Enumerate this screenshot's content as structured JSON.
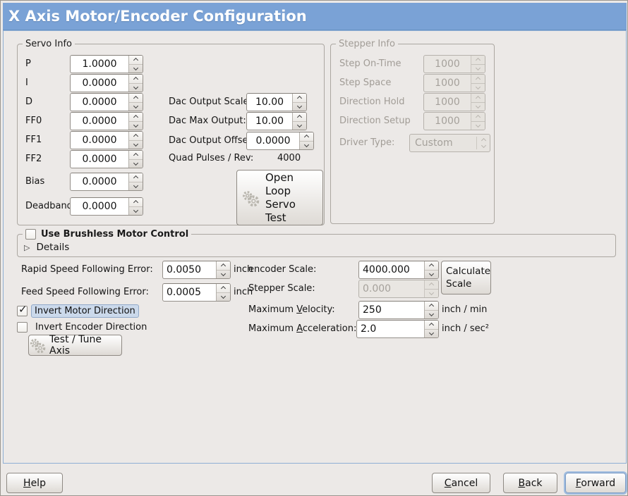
{
  "window": {
    "title": "X Axis Motor/Encoder Configuration"
  },
  "icons": {
    "check": "✓",
    "expander": "▷"
  },
  "servo_info": {
    "title": "Servo Info",
    "params": [
      {
        "label": "P",
        "value": "1.0000"
      },
      {
        "label": "I",
        "value": "0.0000"
      },
      {
        "label": "D",
        "value": "0.0000"
      },
      {
        "label": "FF0",
        "value": "0.0000"
      },
      {
        "label": "FF1",
        "value": "0.0000"
      },
      {
        "label": "FF2",
        "value": "0.0000"
      },
      {
        "label": "Bias",
        "value": "0.0000"
      },
      {
        "label": "Deadband",
        "value": "0.0000"
      }
    ],
    "dac_rows": [
      {
        "label": "Dac Output Scale:",
        "value": "10.00"
      },
      {
        "label": "Dac Max Output:",
        "value": "10.00"
      },
      {
        "label": "Dac Output Offset:",
        "value": "0.0000"
      }
    ],
    "quad_label": "Quad Pulses / Rev:",
    "quad_value": "4000",
    "open_loop_button_label": "Open Loop Servo Test"
  },
  "stepper_info": {
    "title": "Stepper Info",
    "params": [
      {
        "label": "Step On-Time",
        "value": "1000"
      },
      {
        "label": "Step Space",
        "value": "1000"
      },
      {
        "label": "Direction Hold",
        "value": "1000"
      },
      {
        "label": "Direction Setup",
        "value": "1000"
      }
    ],
    "driver_type": {
      "label": "Driver Type:",
      "value": "Custom"
    }
  },
  "brushless": {
    "checkbox_label": "Use Brushless Motor Control",
    "checked": false,
    "details_label": "Details"
  },
  "errors": {
    "rapid": {
      "label": "Rapid Speed Following Error:",
      "value": "0.0050",
      "unit": "inch"
    },
    "feed": {
      "label": "Feed Speed Following Error:",
      "value": "0.0005",
      "unit": "inch"
    }
  },
  "direction": {
    "invert_motor": {
      "label": "Invert Motor Direction",
      "checked": true
    },
    "invert_encoder": {
      "label": "Invert Encoder Direction",
      "checked": false
    },
    "test_tune_button_label": "Test / Tune Axis"
  },
  "scaling": {
    "encoder": {
      "label": "encoder Scale:",
      "value": "4000.000"
    },
    "stepper": {
      "label": "Stepper Scale:",
      "value": "0.000"
    },
    "calculate_button_label": "Calculate Scale",
    "velocity": {
      "pre": "Maximum ",
      "mn": "V",
      "post": "elocity:",
      "value": "250",
      "unit": "inch / min"
    },
    "acceleration": {
      "pre": "Maximum ",
      "mn": "A",
      "post": "cceleration:",
      "value": "2.0",
      "unit": "inch / sec²"
    }
  },
  "footer": {
    "help": {
      "mn": "H",
      "post": "elp"
    },
    "cancel": {
      "mn": "C",
      "post": "ancel"
    },
    "back": {
      "mn": "B",
      "post": "ack"
    },
    "forward": {
      "mn": "F",
      "post": "orward"
    }
  },
  "colors": {
    "titlebar": "#7AA2D6",
    "content_border": "#8FAFD4",
    "focus_ring": "#9FBCDF",
    "highlight": "#CBD9EB"
  }
}
